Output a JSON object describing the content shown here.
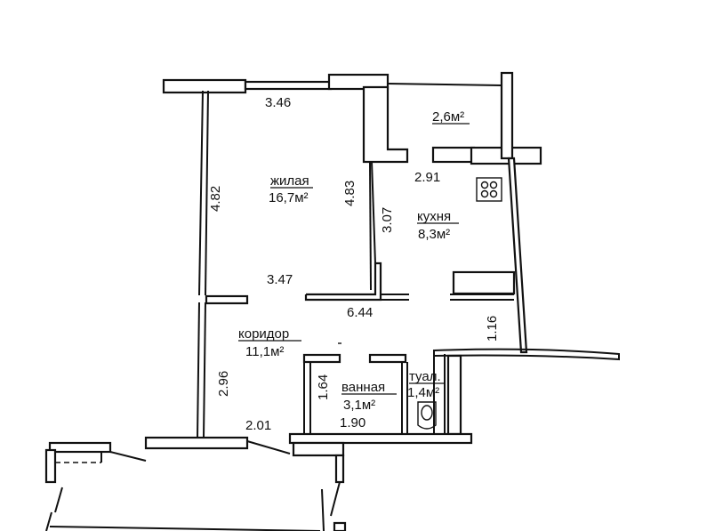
{
  "rooms": {
    "living": {
      "name": "жилая",
      "area": "16,7м²"
    },
    "balcony": {
      "area": "2,6м²"
    },
    "kitchen": {
      "name": "кухня",
      "area": "8,3м²"
    },
    "corridor": {
      "name": "коридор",
      "area": "11,1м²"
    },
    "bathroom": {
      "name": "ванная",
      "area": "3,1м²"
    },
    "toilet": {
      "name": "туал.",
      "area": "1,4м²"
    }
  },
  "dimensions": {
    "living_top": "3.46",
    "living_left": "4.82",
    "living_right": "4.83",
    "living_bottom": "3.47",
    "balcony_bottom": "2.91",
    "kitchen_left": "3.07",
    "kitchen_right": "1.16",
    "corridor_length": "6.44",
    "corridor_left": "2.96",
    "corridor_bottom": "2.01",
    "bath_left": "1.64",
    "bath_bottom": "1.90"
  },
  "icons": {
    "stove": "stove-icon",
    "toilet": "toilet-icon"
  }
}
